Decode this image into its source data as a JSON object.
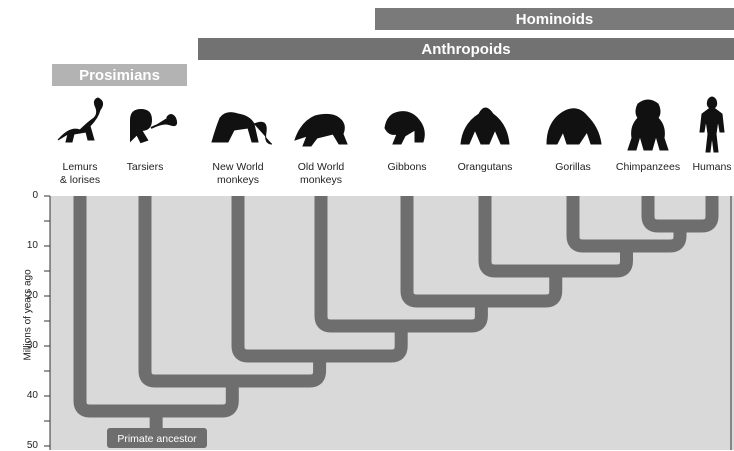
{
  "groups": {
    "hominoids": "Hominoids",
    "anthropoids": "Anthropoids",
    "prosimians": "Prosimians"
  },
  "taxa": [
    {
      "label": "Lemurs\n& lorises",
      "icon": "lemur-icon"
    },
    {
      "label": "Tarsiers",
      "icon": "tarsier-icon"
    },
    {
      "label": "New World\nmonkeys",
      "icon": "new-world-monkey-icon"
    },
    {
      "label": "Old World\nmonkeys",
      "icon": "old-world-monkey-icon"
    },
    {
      "label": "Gibbons",
      "icon": "gibbon-icon"
    },
    {
      "label": "Orangutans",
      "icon": "orangutan-icon"
    },
    {
      "label": "Gorillas",
      "icon": "gorilla-icon"
    },
    {
      "label": "Chimpanzees",
      "icon": "chimpanzee-icon"
    },
    {
      "label": "Humans",
      "icon": "human-icon"
    }
  ],
  "axis": {
    "title": "Millions of years ago",
    "ticks": [
      "0",
      "10",
      "20",
      "30",
      "40",
      "50"
    ]
  },
  "divergences_mya": [
    43,
    37,
    32,
    26,
    21,
    15,
    10,
    6
  ],
  "root_label": "Primate ancestor",
  "colors": {
    "branch": "#6e6e6e",
    "plot_background": "#d9d9d9",
    "hominoids_bar": "#7a7a7a",
    "anthropoids_bar": "#727272",
    "prosimians_bar": "#b3b3b3"
  }
}
